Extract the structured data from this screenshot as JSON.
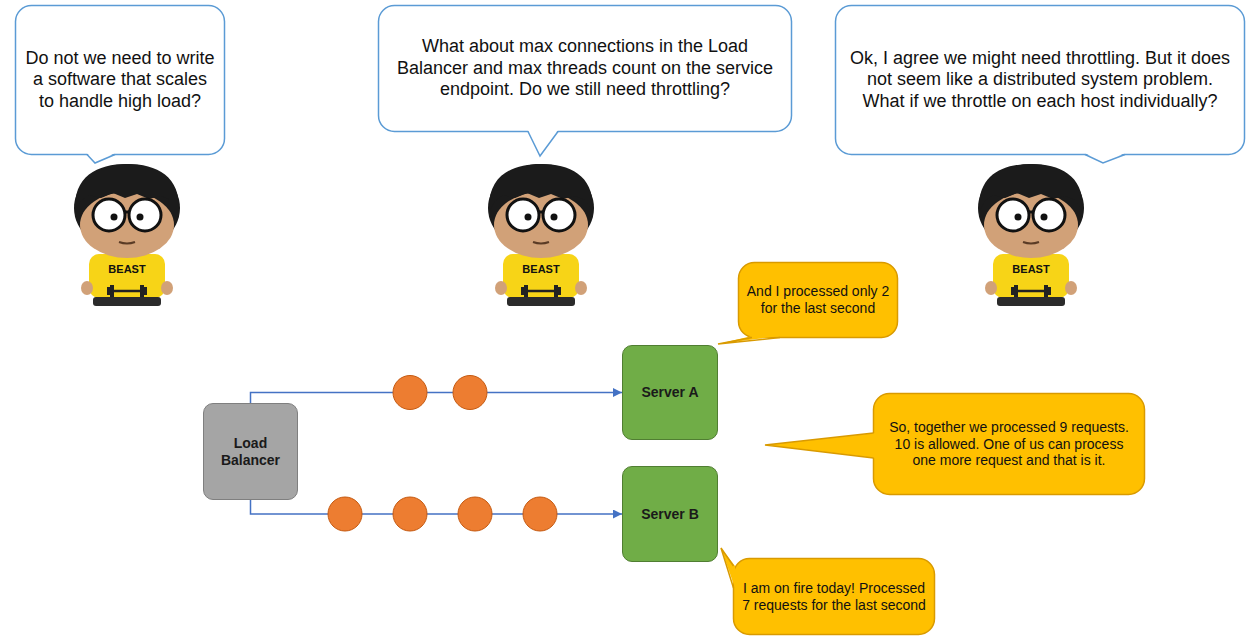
{
  "diagram": {
    "nodes": [
      {
        "text": [
          "Do not we need to write a software that scales to handle high load?"
        ]
      },
      {
        "text": [
          "What about max connections in the Load Balancer and max threads count on the service endpoint. Do we still need throttling?"
        ]
      },
      {
        "text": [
          "Ok, I agree we might need throttling. But it does not seem like a distributed system problem. What if we throttle on each host individually?"
        ]
      },
      {
        "text": [
          "And I processed only 2 for the last second"
        ]
      },
      {
        "text": [
          "Load Balancer"
        ]
      },
      {
        "text": [
          "Server A"
        ]
      },
      {
        "text": [
          "So, together we processed 9 requests. 10 is allowed. One of us can process one more request and that is it."
        ]
      },
      {
        "text": [
          "Server B"
        ]
      },
      {
        "text": [
          "I am on fire today! Processed 7 requests for the last second"
        ]
      }
    ],
    "edges": [
      {
        "from": 4,
        "to": 5,
        "arrow": "to"
      },
      {
        "from": 4,
        "to": 7,
        "arrow": "to"
      }
    ],
    "labels": [
      "BEAST",
      "BEAST",
      "BEAST"
    ]
  }
}
